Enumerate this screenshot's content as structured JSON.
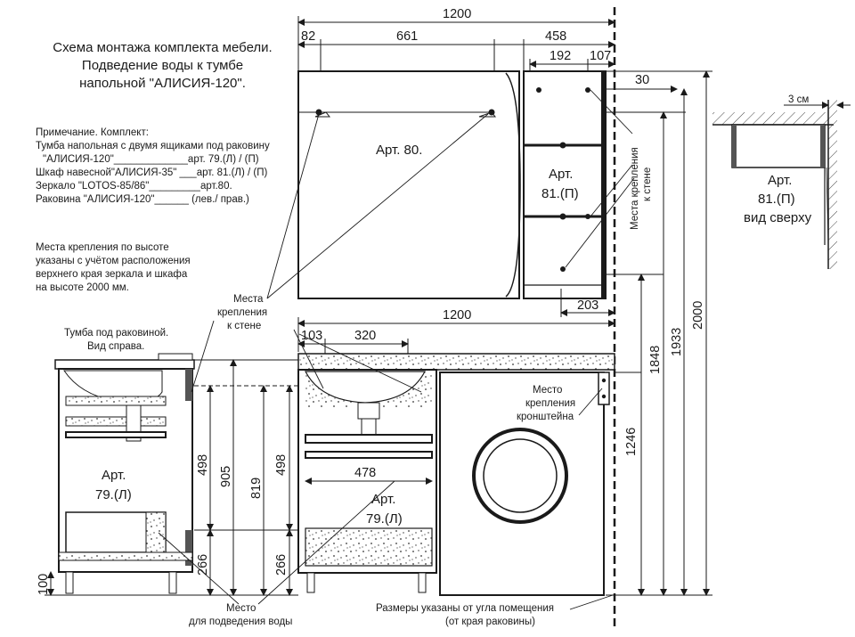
{
  "title": {
    "line1": "Схема монтажа комплекта мебели.",
    "line2": "Подведение воды к тумбе",
    "line3": "напольной    \"АЛИСИЯ-120\"."
  },
  "notes": {
    "header": "Примечание.    Комплект:",
    "row1a": "Тумба напольная с двумя ящиками под раковину",
    "row1b": "\"АЛИСИЯ-120\"_____________арт. 79.(Л) / (П)",
    "row2": "Шкаф навесной\"АЛИСИЯ-35\" ___арт. 81.(Л) / (П)",
    "row3": "Зеркало \"LOTOS-85/86\"_________арт.80.",
    "row4": "Раковина    \"АЛИСИЯ-120\"______ (лев./ прав.)"
  },
  "mount_note": {
    "line1": "Места крепления по высоте",
    "line2": "указаны с учётом расположения",
    "line3": "верхнего края зеркала и шкафа",
    "line4": "на высоте 2000 мм."
  },
  "labels": {
    "art80": "Арт. 80.",
    "art81_a": "Арт.",
    "art81_b": "81.(П)",
    "art79_front_a": "Арт.",
    "art79_front_b": "79.(Л)",
    "art79_side_a": "Арт.",
    "art79_side_b": "79.(Л)",
    "top_view_a": "Арт.",
    "top_view_b": "81.(П)",
    "top_view_c": "вид сверху",
    "three_cm": "3 см",
    "side_view_title_a": "Тумба под раковиной.",
    "side_view_title_b": "Вид справа.",
    "mount_wall_a": "Места",
    "mount_wall_b": "крепления",
    "mount_wall_c": "к стене",
    "mount_wall_rot_a": "Места крепления",
    "mount_wall_rot_b": "к стене",
    "bracket_a": "Место",
    "bracket_b": "крепления",
    "bracket_c": "кронштейна",
    "water_a": "Место",
    "water_b": "для подведения воды",
    "sizes_a": "Размеры указаны от угла помещения",
    "sizes_b": "(от края раковины)"
  },
  "dims": {
    "d1200_top": "1200",
    "d82": "82",
    "d661": "661",
    "d458": "458",
    "d192": "192",
    "d107": "107",
    "d30": "30",
    "d203": "203",
    "d1200_mid": "1200",
    "d103": "103",
    "d320": "320",
    "d478": "478",
    "d1848": "1848",
    "d1933": "1933",
    "d2000": "2000",
    "d1246": "1246",
    "d905": "905",
    "d819": "819",
    "d498_side": "498",
    "d498_front": "498",
    "d266_side": "266",
    "d266_front": "266",
    "d100": "100"
  }
}
